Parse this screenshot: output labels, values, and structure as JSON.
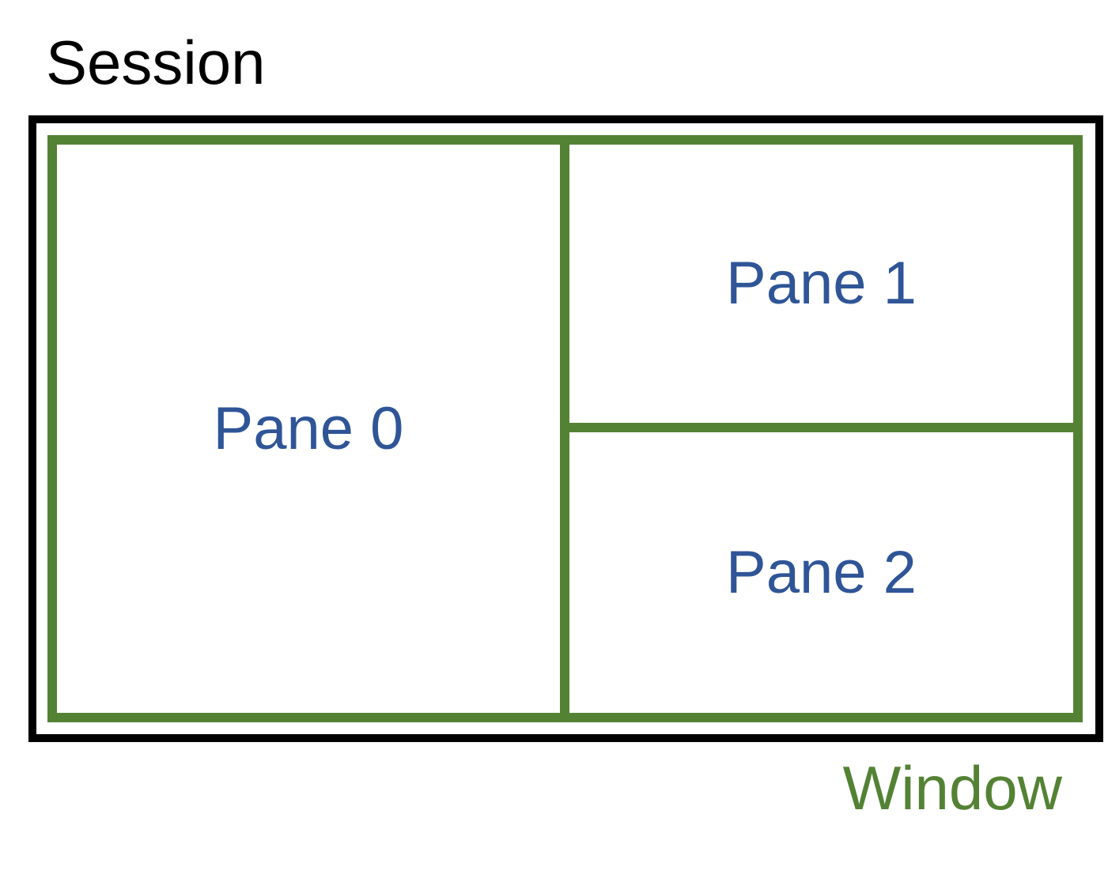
{
  "session": {
    "label": "Session",
    "color": "#000000"
  },
  "window": {
    "label": "Window",
    "color": "#548235"
  },
  "panes": [
    {
      "label": "Pane 0"
    },
    {
      "label": "Pane 1"
    },
    {
      "label": "Pane 2"
    }
  ],
  "pane_text_color": "#2f5597"
}
